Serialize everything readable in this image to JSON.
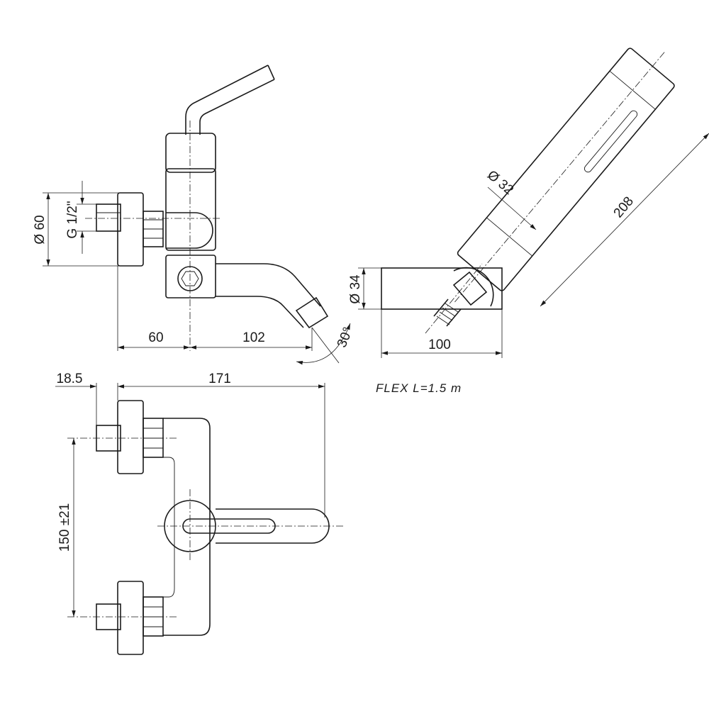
{
  "dimensions": {
    "side_diameter": "Ø 60",
    "side_thread": "G 1/2\"",
    "side_wall_offset": "60",
    "side_spout_reach": "102",
    "spout_angle": "30°",
    "top_connector_depth": "18.5",
    "top_overall_length": "171",
    "top_centers": "150 ±21",
    "hand_diameter": "Ø 32",
    "hand_length": "208",
    "holder_diameter": "Ø 34",
    "holder_length": "100"
  },
  "notes": {
    "flex": "FLEX L=1.5 m"
  }
}
